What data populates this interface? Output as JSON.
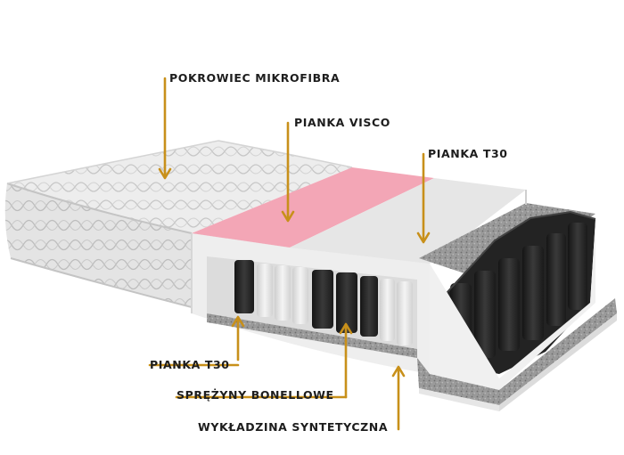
{
  "labels": {
    "cover": "POKROWIEC MIKROFIBRA",
    "visco": "PIANKA VISCO",
    "t30_top": "PIANKA T30",
    "t30_bottom": "PIANKA T30",
    "springs": "SPRĘŻYNY BONELLOWE",
    "felt": "WYKŁADZINA SYNTETYCZNA"
  },
  "colors": {
    "arrow": "#c8901a",
    "visco_foam": "#f3a6b6",
    "t30_foam": "#e6e6e6",
    "cover_fabric": "#eeeeee",
    "springs": "#2b2b2b",
    "felt": "#8e8e8e"
  }
}
